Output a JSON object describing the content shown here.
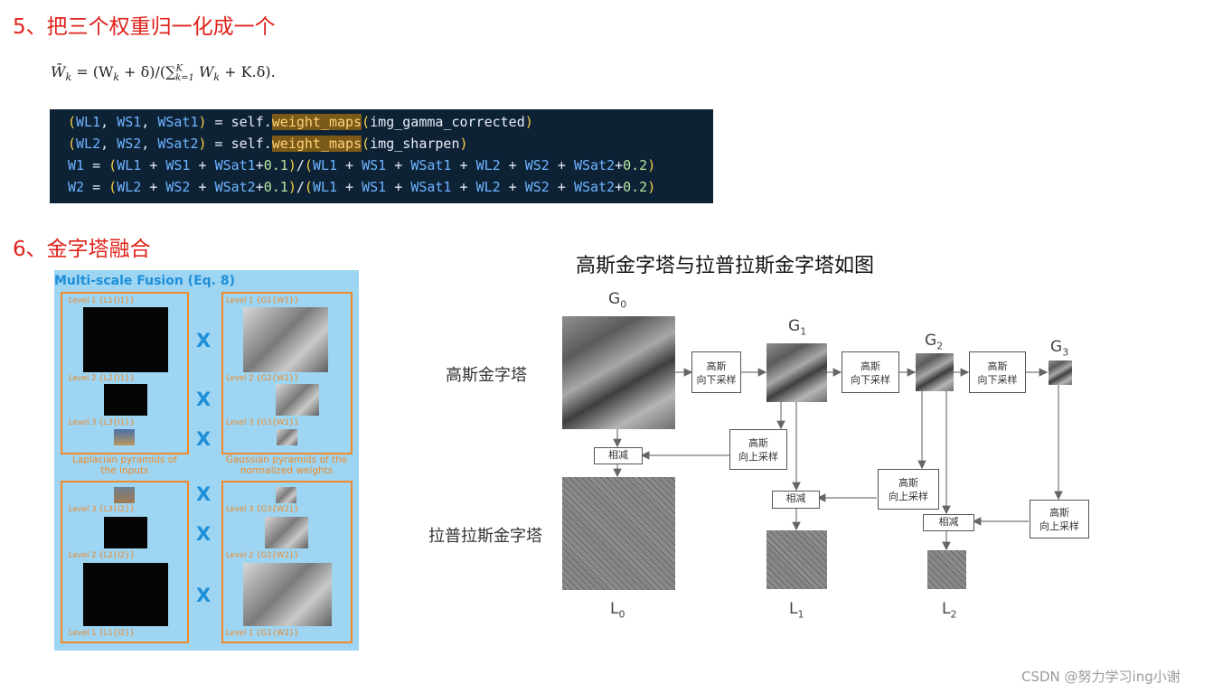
{
  "section5": {
    "heading": "5、把三个权重归一化成一个",
    "formula_lhs": "W̄",
    "formula_sub": "k",
    "formula_rhs": "= (W",
    "formula_mid": " + δ)/(∑",
    "formula_sum_upper": "K",
    "formula_sum_lower": "k=1",
    "formula_tail": " W",
    "formula_end": " + K.δ)."
  },
  "code": {
    "lines": [
      [
        [
          "(",
          "paren"
        ],
        [
          "WL1",
          "var"
        ],
        [
          ", ",
          "txt"
        ],
        [
          "WS1",
          "var"
        ],
        [
          ", ",
          "txt"
        ],
        [
          "WSat1",
          "var"
        ],
        [
          ")",
          "paren"
        ],
        [
          " = self.",
          "txt"
        ],
        [
          "weight_maps",
          "fn"
        ],
        [
          "(",
          "paren"
        ],
        [
          "img_gamma_corrected",
          "txt"
        ],
        [
          ")",
          "paren"
        ]
      ],
      [
        [
          "(",
          "paren"
        ],
        [
          "WL2",
          "var"
        ],
        [
          ", ",
          "txt"
        ],
        [
          "WS2",
          "var"
        ],
        [
          ", ",
          "txt"
        ],
        [
          "WSat2",
          "var"
        ],
        [
          ")",
          "paren"
        ],
        [
          " = self.",
          "txt"
        ],
        [
          "weight_maps",
          "fn"
        ],
        [
          "(",
          "paren"
        ],
        [
          "img_sharpen",
          "txt"
        ],
        [
          ")",
          "paren"
        ]
      ],
      [
        [
          "W1",
          "var"
        ],
        [
          " = ",
          "txt"
        ],
        [
          "(",
          "paren"
        ],
        [
          "WL1",
          "var"
        ],
        [
          " + ",
          "txt"
        ],
        [
          "WS1",
          "var"
        ],
        [
          " + ",
          "txt"
        ],
        [
          "WSat1",
          "var"
        ],
        [
          "+",
          "txt"
        ],
        [
          "0.1",
          "num"
        ],
        [
          ")",
          "paren"
        ],
        [
          "/",
          "txt"
        ],
        [
          "(",
          "paren"
        ],
        [
          "WL1",
          "var"
        ],
        [
          " + ",
          "txt"
        ],
        [
          "WS1",
          "var"
        ],
        [
          " + ",
          "txt"
        ],
        [
          "WSat1",
          "var"
        ],
        [
          " + ",
          "txt"
        ],
        [
          "WL2",
          "var"
        ],
        [
          " + ",
          "txt"
        ],
        [
          "WS2",
          "var"
        ],
        [
          " + ",
          "txt"
        ],
        [
          "WSat2",
          "var"
        ],
        [
          "+",
          "txt"
        ],
        [
          "0.2",
          "num"
        ],
        [
          ")",
          "paren"
        ]
      ],
      [
        [
          "W2",
          "var"
        ],
        [
          " = ",
          "txt"
        ],
        [
          "(",
          "paren"
        ],
        [
          "WL2",
          "var"
        ],
        [
          " + ",
          "txt"
        ],
        [
          "WS2",
          "var"
        ],
        [
          " + ",
          "txt"
        ],
        [
          "WSat2",
          "var"
        ],
        [
          "+",
          "txt"
        ],
        [
          "0.1",
          "num"
        ],
        [
          ")",
          "paren"
        ],
        [
          "/",
          "txt"
        ],
        [
          "(",
          "paren"
        ],
        [
          "WL1",
          "var"
        ],
        [
          " + ",
          "txt"
        ],
        [
          "WS1",
          "var"
        ],
        [
          " + ",
          "txt"
        ],
        [
          "WSat1",
          "var"
        ],
        [
          " + ",
          "txt"
        ],
        [
          "WL2",
          "var"
        ],
        [
          " + ",
          "txt"
        ],
        [
          "WS2",
          "var"
        ],
        [
          " + ",
          "txt"
        ],
        [
          "WSat2",
          "var"
        ],
        [
          "+",
          "txt"
        ],
        [
          "0.2",
          "num"
        ],
        [
          ")",
          "paren"
        ]
      ]
    ]
  },
  "section6": {
    "heading": "6、金字塔融合"
  },
  "fusion": {
    "title": "Multi-scale Fusion (Eq. 8)",
    "levels": {
      "l1_i1": "Level 1 {L1{I1}}",
      "l2_i1": "Level 2 {L2{I1}}",
      "l3_i1": "Level 3 {L3{I1}}",
      "g1_w1": "Level 1 {G1{W1}}",
      "g2_w1": "Level 2 {G2{W1}}",
      "g3_w1": "Level 3 {G3{W1}}",
      "l3_i2": "Level 3 {L3{I2}}",
      "l2_i2": "Level 2 {L2{I2}}",
      "l1_i2": "Level 1 {L1{I2}}",
      "g3_w2": "Level 3 {G3{W2}}",
      "g2_w2": "Level 2 {G2{W2}}",
      "g1_w2": "Level 1 {G1{W2}}"
    },
    "caption_left": "Laplacian pyramids of the inputs",
    "caption_right": "Gaussian pyramids of the normalized weights",
    "x_mark": "X"
  },
  "pyramid": {
    "title": "高斯金字塔与拉普拉斯金字塔如图",
    "gauss_label": "高斯金字塔",
    "lap_label": "拉普拉斯金字塔",
    "g_letter": "G",
    "l_letter": "L",
    "subs": [
      "0",
      "1",
      "2",
      "3"
    ],
    "down_sample": "高斯\n向下采样",
    "up_sample": "高斯\n向上采样",
    "subtract": "相减"
  },
  "watermark": "CSDN @努力学习ing小谢"
}
